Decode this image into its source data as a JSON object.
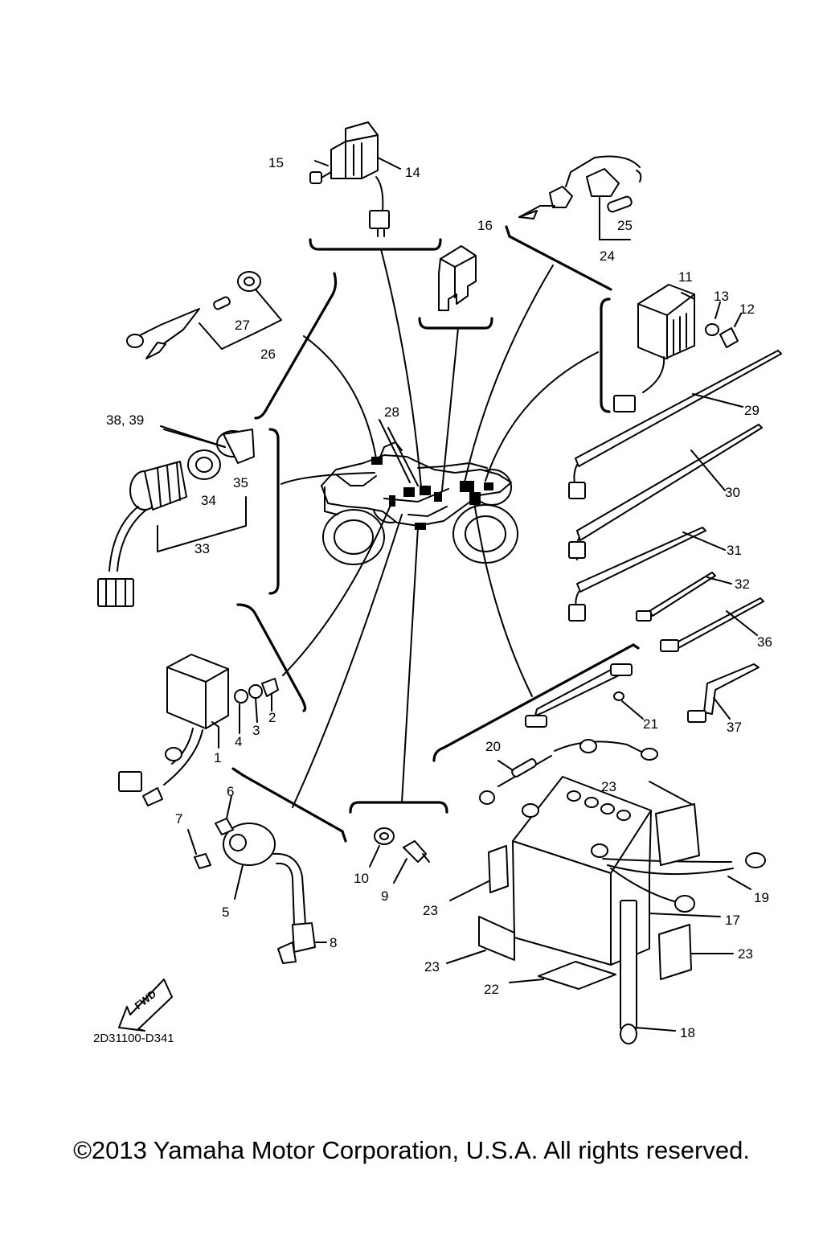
{
  "diagram": {
    "drawing_code": "2D31100-D341",
    "fwd_label": "FWD",
    "copyright": "©2013 Yamaha Motor Corporation, U.S.A. All rights reserved.",
    "callouts": [
      {
        "id": "c1",
        "label": "1"
      },
      {
        "id": "c2",
        "label": "2"
      },
      {
        "id": "c3",
        "label": "3"
      },
      {
        "id": "c4",
        "label": "4"
      },
      {
        "id": "c5",
        "label": "5"
      },
      {
        "id": "c6",
        "label": "6"
      },
      {
        "id": "c7",
        "label": "7"
      },
      {
        "id": "c8",
        "label": "8"
      },
      {
        "id": "c9",
        "label": "9"
      },
      {
        "id": "c10",
        "label": "10"
      },
      {
        "id": "c11",
        "label": "11"
      },
      {
        "id": "c12",
        "label": "12"
      },
      {
        "id": "c13",
        "label": "13"
      },
      {
        "id": "c14",
        "label": "14"
      },
      {
        "id": "c15",
        "label": "15"
      },
      {
        "id": "c16",
        "label": "16"
      },
      {
        "id": "c17",
        "label": "17"
      },
      {
        "id": "c18",
        "label": "18"
      },
      {
        "id": "c19",
        "label": "19"
      },
      {
        "id": "c20",
        "label": "20"
      },
      {
        "id": "c21",
        "label": "21"
      },
      {
        "id": "c22",
        "label": "22"
      },
      {
        "id": "c23a",
        "label": "23"
      },
      {
        "id": "c23b",
        "label": "23"
      },
      {
        "id": "c23c",
        "label": "23"
      },
      {
        "id": "c23d",
        "label": "23"
      },
      {
        "id": "c24",
        "label": "24"
      },
      {
        "id": "c25",
        "label": "25"
      },
      {
        "id": "c26",
        "label": "26"
      },
      {
        "id": "c27",
        "label": "27"
      },
      {
        "id": "c28",
        "label": "28"
      },
      {
        "id": "c29",
        "label": "29"
      },
      {
        "id": "c30",
        "label": "30"
      },
      {
        "id": "c31",
        "label": "31"
      },
      {
        "id": "c32",
        "label": "32"
      },
      {
        "id": "c33",
        "label": "33"
      },
      {
        "id": "c34",
        "label": "34"
      },
      {
        "id": "c35",
        "label": "35"
      },
      {
        "id": "c36",
        "label": "36"
      },
      {
        "id": "c37",
        "label": "37"
      },
      {
        "id": "c3839",
        "label": "38, 39"
      }
    ]
  }
}
